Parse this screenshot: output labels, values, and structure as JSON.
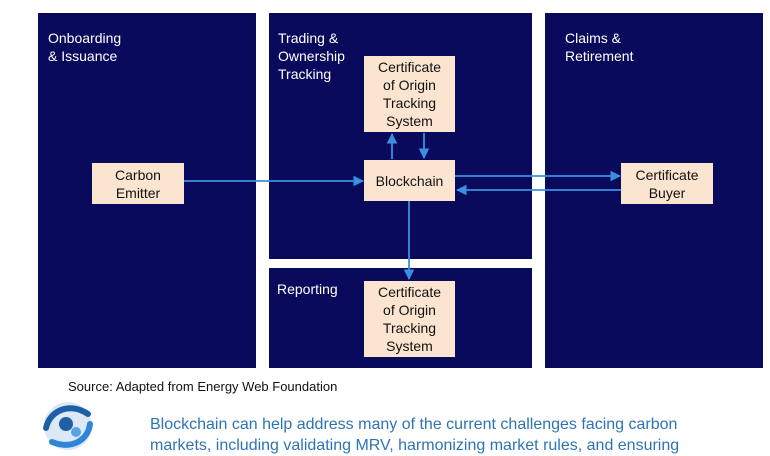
{
  "panels": {
    "onboarding": "Onboarding\n& Issuance",
    "trading": "Trading &\nOwnership\nTracking",
    "reporting": "Reporting",
    "claims": "Claims &\nRetirement"
  },
  "nodes": {
    "carbon_emitter": "Carbon\nEmitter",
    "cot_top": "Certificate\nof Origin\nTracking\nSystem",
    "blockchain": "Blockchain",
    "cot_bottom": "Certificate\nof Origin\nTracking\nSystem",
    "certificate_buyer": "Certificate\nBuyer"
  },
  "source": "Source: Adapted from Energy Web Foundation",
  "note": "Blockchain can help address many of the current challenges facing carbon\nmarkets, including validating MRV, harmonizing market rules, and ensuring",
  "colors": {
    "panel": "#0a0a5c",
    "node": "#fbe5d0",
    "arrow": "#3a8fe0",
    "note_text": "#2e74b5"
  },
  "icons": {
    "logo": "globe-puzzle-icon"
  }
}
